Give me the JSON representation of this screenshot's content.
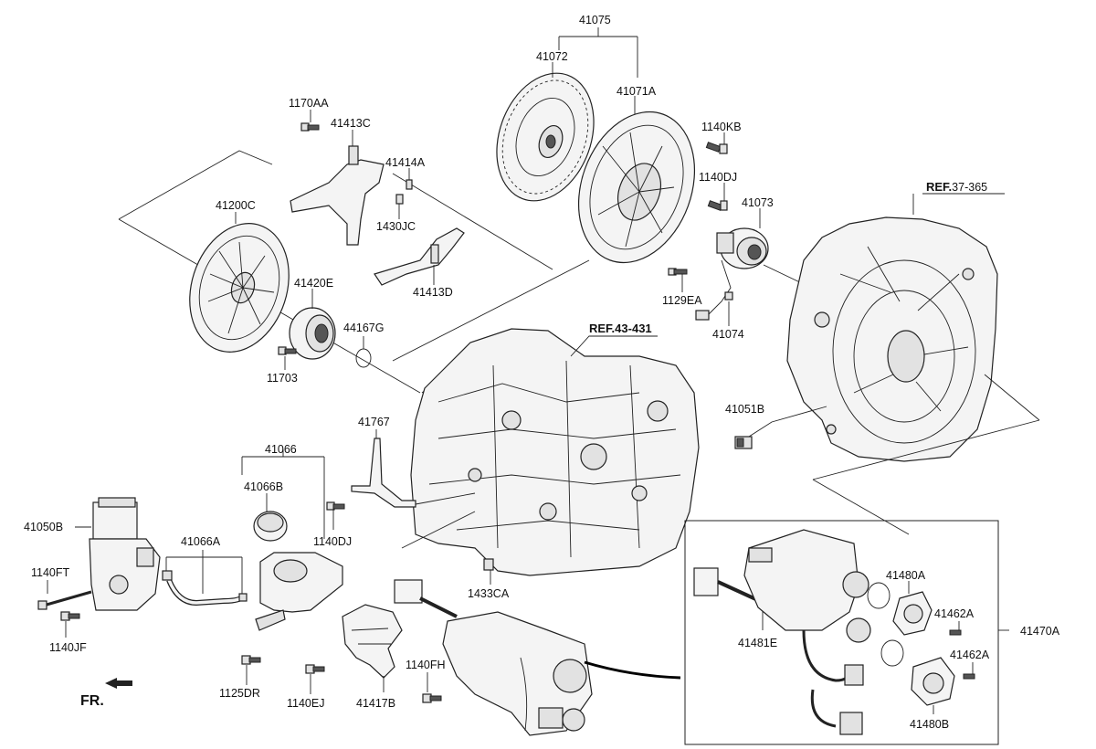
{
  "labels": {
    "p41075": "41075",
    "p41072": "41072",
    "p41071A": "41071A",
    "p1140KB": "1140KB",
    "p1140DJ_top": "1140DJ",
    "p41073": "41073",
    "ref37": "REF.37-365",
    "ref37_bold": "REF.",
    "ref37_num": "37-365",
    "p1170AA": "1170AA",
    "p41413C": "41413C",
    "p41414A": "41414A",
    "p1430JC": "1430JC",
    "p41200C": "41200C",
    "p41413D": "41413D",
    "p41420E": "41420E",
    "p44167G": "44167G",
    "p11703": "11703",
    "p1129EA": "1129EA",
    "p41074": "41074",
    "ref43": "REF.43-431",
    "p41051B": "41051B",
    "p41767": "41767",
    "p41066": "41066",
    "p41066B": "41066B",
    "p41050B": "41050B",
    "p41066A": "41066A",
    "p1140DJ_mid": "1140DJ",
    "p1140FT": "1140FT",
    "p1140JF": "1140JF",
    "p1433CA": "1433CA",
    "p1140FH": "1140FH",
    "p1125DR": "1125DR",
    "p1140EJ": "1140EJ",
    "p41417B": "41417B",
    "p41480A": "41480A",
    "p41462A_1": "41462A",
    "p41462A_2": "41462A",
    "p41481E": "41481E",
    "p41470A": "41470A",
    "p41480B": "41480B",
    "fr": "FR."
  },
  "icons": {
    "front_arrow": "arrow-left-icon"
  },
  "colors": {
    "line": "#222222",
    "part_fill": "#f4f4f4",
    "background": "#ffffff"
  }
}
